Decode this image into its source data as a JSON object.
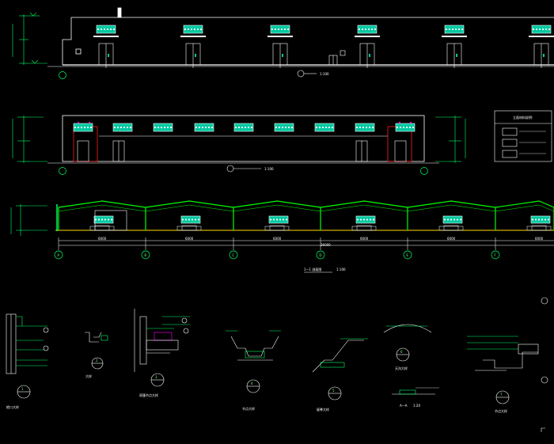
{
  "colors": {
    "background": "#000000",
    "outline": "#ffffff",
    "dimension": "#00ff66",
    "grid_circle": "#00ff66",
    "window_fill": "#00c8a0",
    "frame": "#00ff00",
    "ground": "#ffd700",
    "wall_red": "#ff2020",
    "magenta": "#ff00ff"
  },
  "elevation_1": {
    "scale": "1:100"
  },
  "elevation_2": {
    "scale": "1:100"
  },
  "section": {
    "title": "1—1  剖面图",
    "scale": "1:100",
    "axis_labels": [
      "A",
      "B",
      "C",
      "D",
      "E",
      "F"
    ],
    "bay_labels": [
      "6000",
      "6000",
      "6000",
      "6000",
      "6000",
      "6000"
    ],
    "total_label": "36000"
  },
  "legend": {
    "title": "立面材料说明:"
  },
  "details": [
    {
      "number": "1",
      "label": "檐口大样"
    },
    {
      "number": "2",
      "label": "大样"
    },
    {
      "number": "3",
      "label": "雨篷节点大样"
    },
    {
      "number": "4",
      "label": "节点大样"
    },
    {
      "number": "5",
      "label": "屋脊大样"
    },
    {
      "number": "6",
      "label": "天沟大样"
    },
    {
      "number": "7",
      "label": "节点大样"
    }
  ],
  "section_aa": {
    "title": "A—A",
    "scale": "1:20"
  }
}
